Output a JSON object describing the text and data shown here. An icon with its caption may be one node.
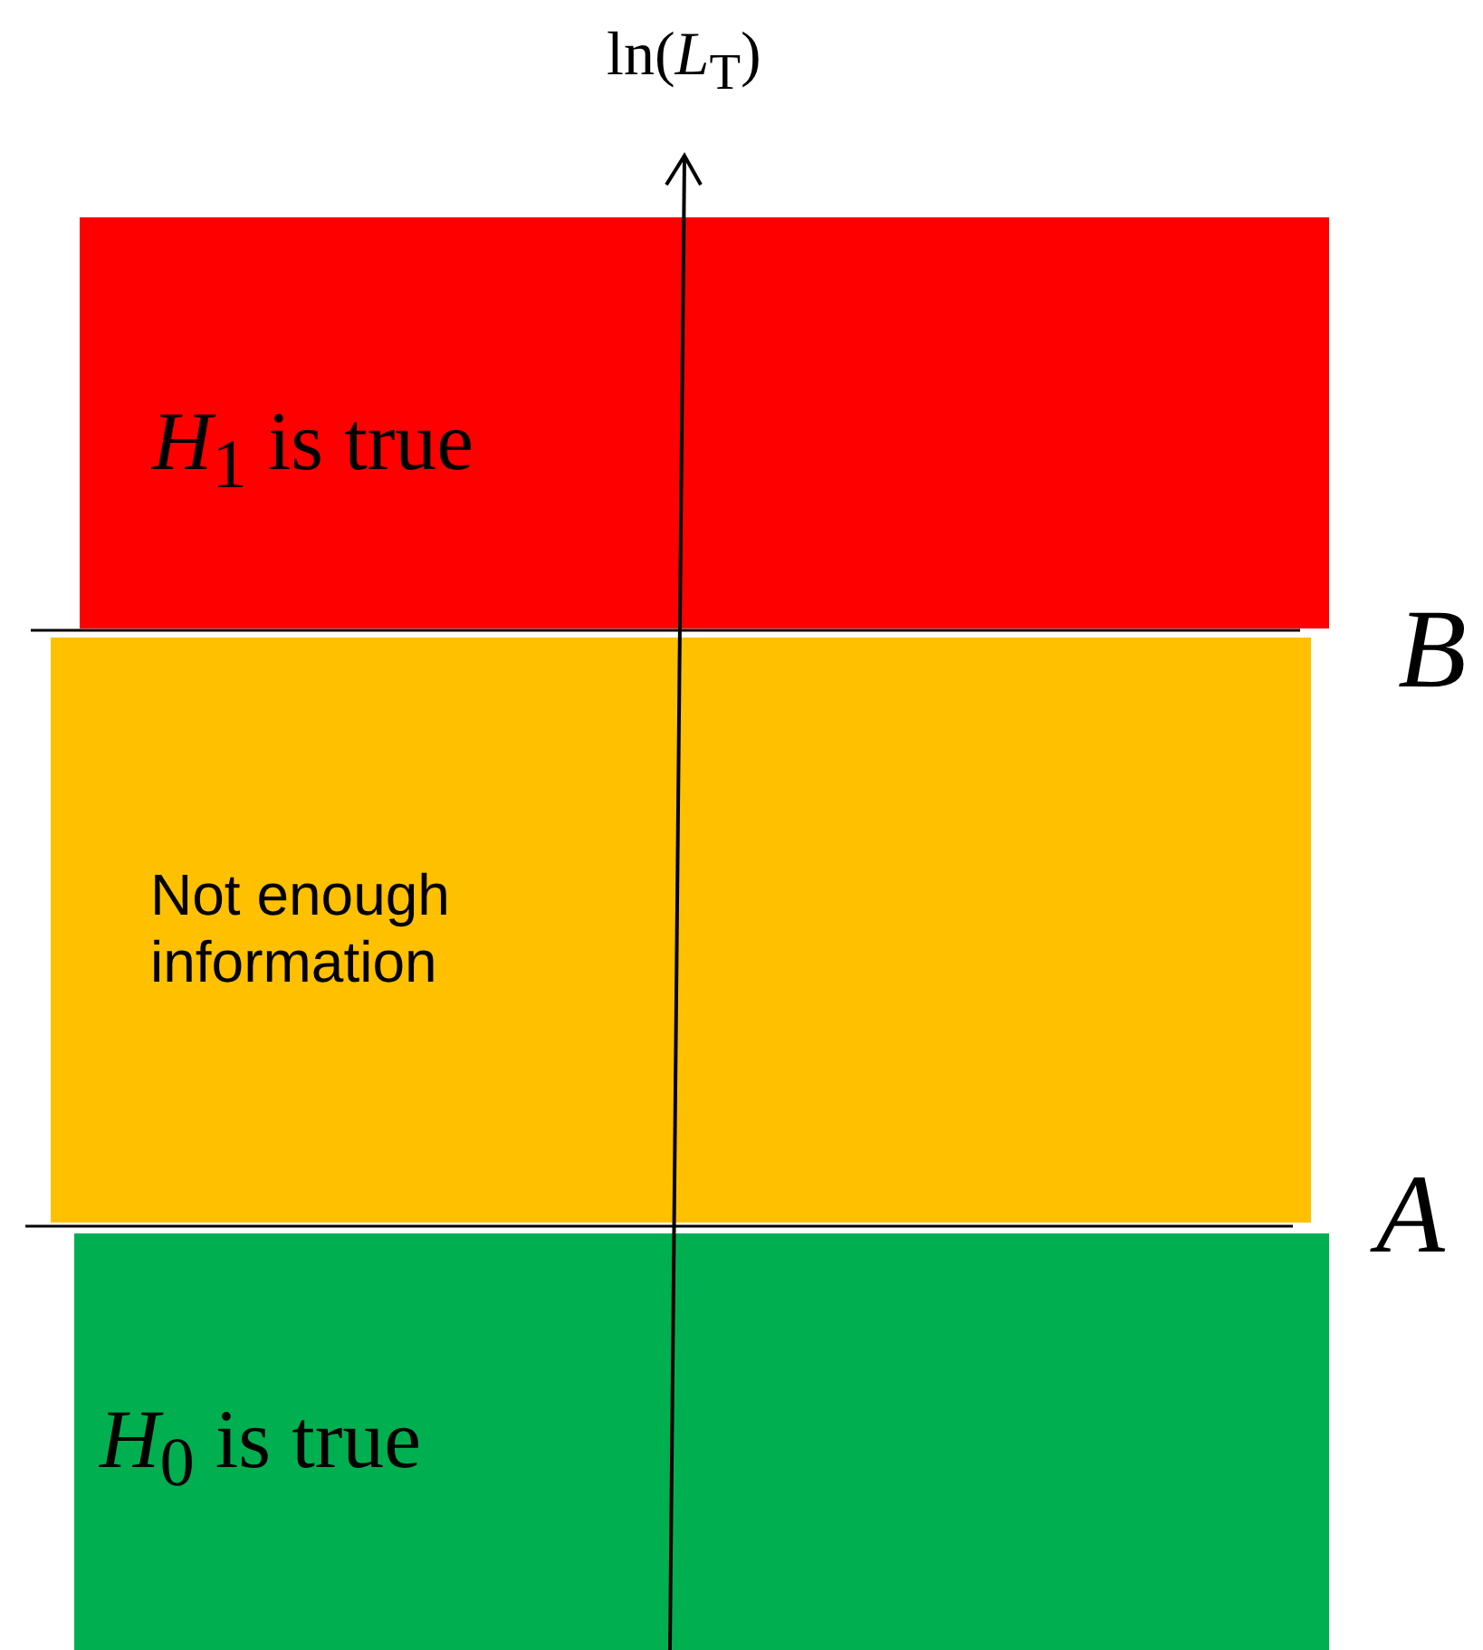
{
  "diagram": {
    "nodes": [
      {
        "text": [
          "*H*$_{1}$ is true"
        ]
      },
      {
        "text": [
          "Not enough information"
        ]
      },
      {
        "text": [
          "*H*$_{0}$ is true"
        ]
      }
    ],
    "labels": [
      "ln(*L*$_{T}$)",
      "*B*",
      "*A*"
    ]
  }
}
